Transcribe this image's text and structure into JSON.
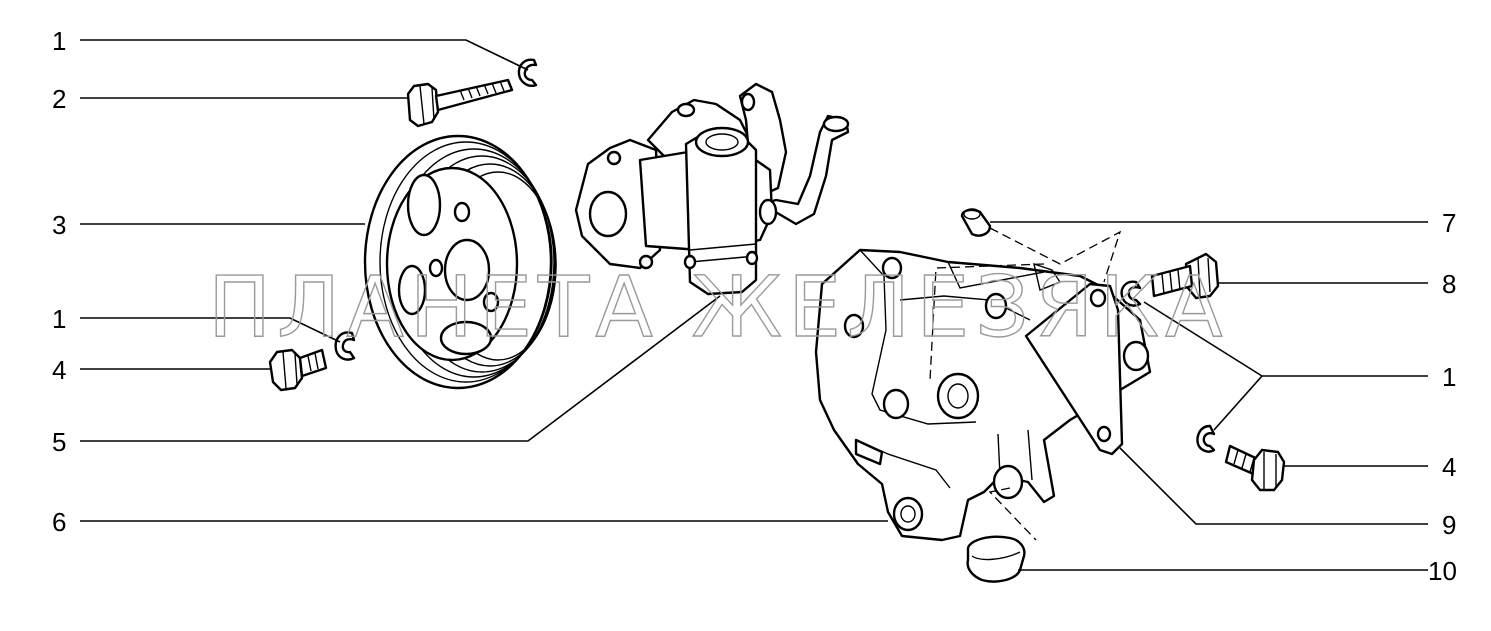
{
  "callouts": {
    "left": [
      "1",
      "2",
      "3",
      "1",
      "4",
      "5",
      "6"
    ],
    "right": [
      "7",
      "8",
      "1",
      "4",
      "9",
      "10"
    ]
  },
  "watermark": "ПЛАНЕТА ЖЕЛЕЗЯКА",
  "colors": {
    "line": "#000000",
    "background": "#ffffff",
    "watermark": "#9a9a9a"
  }
}
